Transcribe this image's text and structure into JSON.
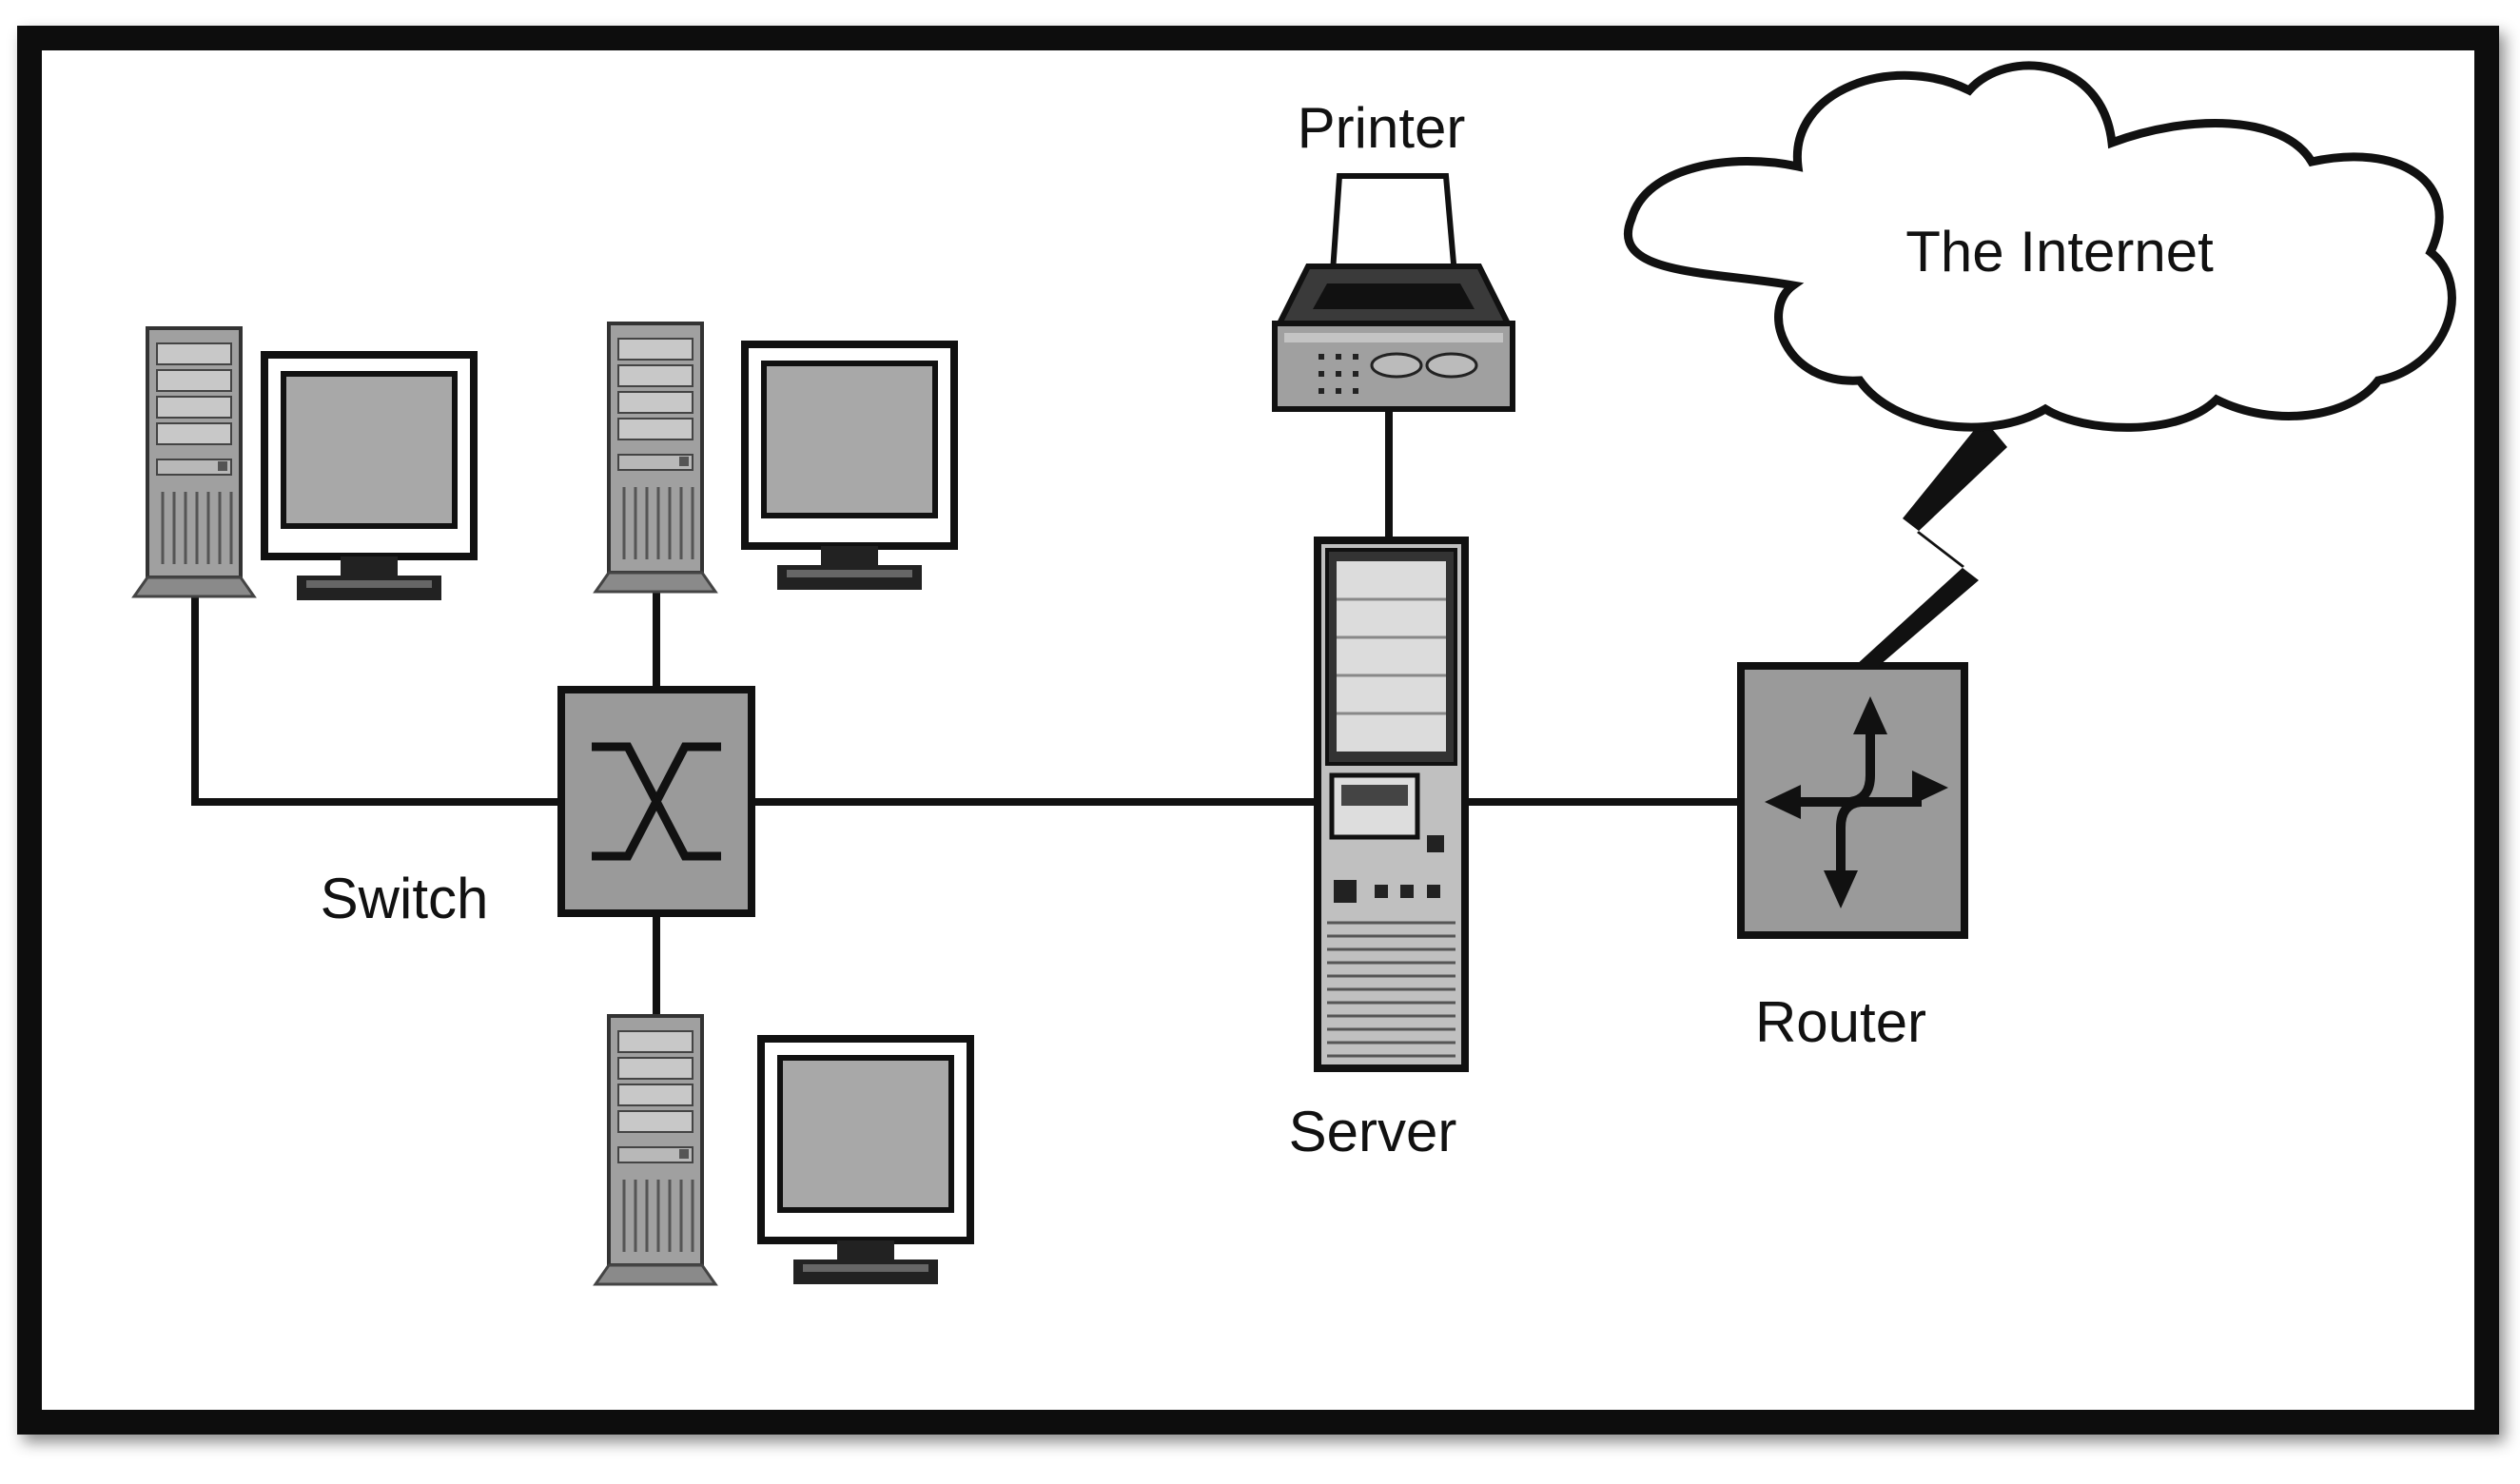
{
  "labels": {
    "printer": "Printer",
    "internet": "The Internet",
    "switch": "Switch",
    "server": "Server",
    "router": "Router"
  },
  "icons": [
    "workstation-1",
    "workstation-2",
    "workstation-3",
    "switch-icon",
    "server-icon",
    "printer-icon",
    "router-icon",
    "internet-cloud",
    "lightning-link-icon"
  ],
  "colors": {
    "frame": "#0a0a0a",
    "device_gray": "#9a9a9a",
    "screen_gray": "#a8a8a8",
    "line": "#111111",
    "background": "#ffffff"
  }
}
